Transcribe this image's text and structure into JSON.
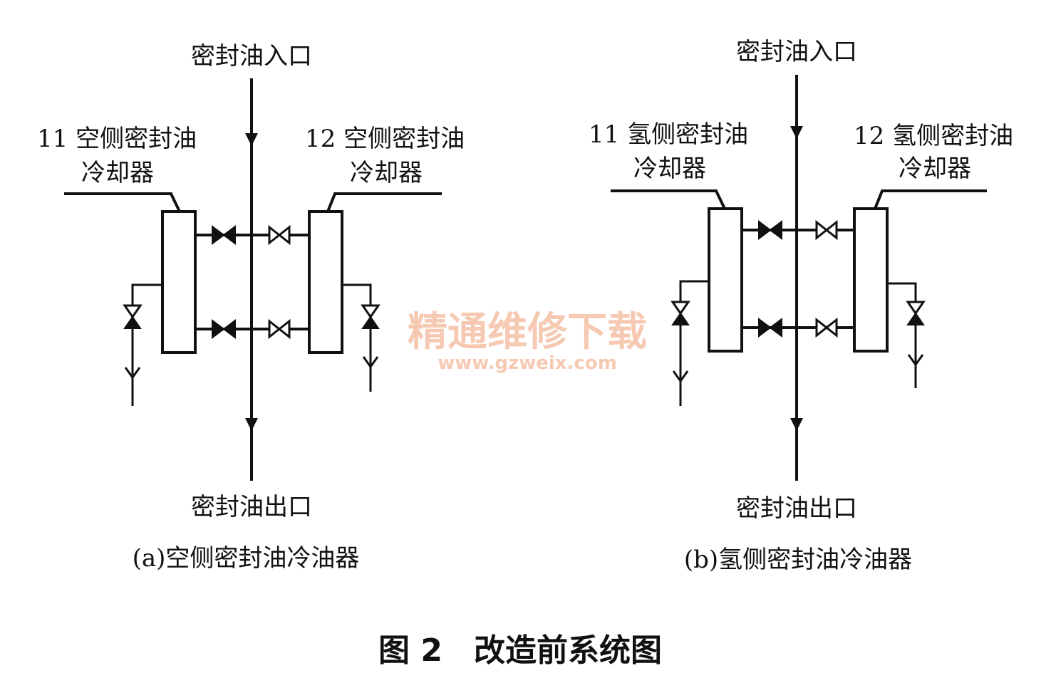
{
  "panels": [
    {
      "id": "a",
      "inlet_label": "密封油入口",
      "outlet_label": "密封油出口",
      "cooler_left": {
        "line1": "11 空侧密封油",
        "line2": "冷却器"
      },
      "cooler_right": {
        "line1": "12 空侧密封油",
        "line2": "冷却器"
      },
      "caption": "(a)空侧密封油冷油器"
    },
    {
      "id": "b",
      "inlet_label": "密封油入口",
      "outlet_label": "密封油出口",
      "cooler_left": {
        "line1": "11 氢侧密封油",
        "line2": "冷却器"
      },
      "cooler_right": {
        "line1": "12 氢侧密封油",
        "line2": "冷却器"
      },
      "caption": "(b)氢侧密封油冷油器"
    }
  ],
  "figure_title": "图 2　改造前系统图",
  "watermark": {
    "line1": "精通维修下载",
    "line2": "www.gzweix.com"
  },
  "colors": {
    "line": "#111111",
    "watermark": "#f3b79a"
  }
}
